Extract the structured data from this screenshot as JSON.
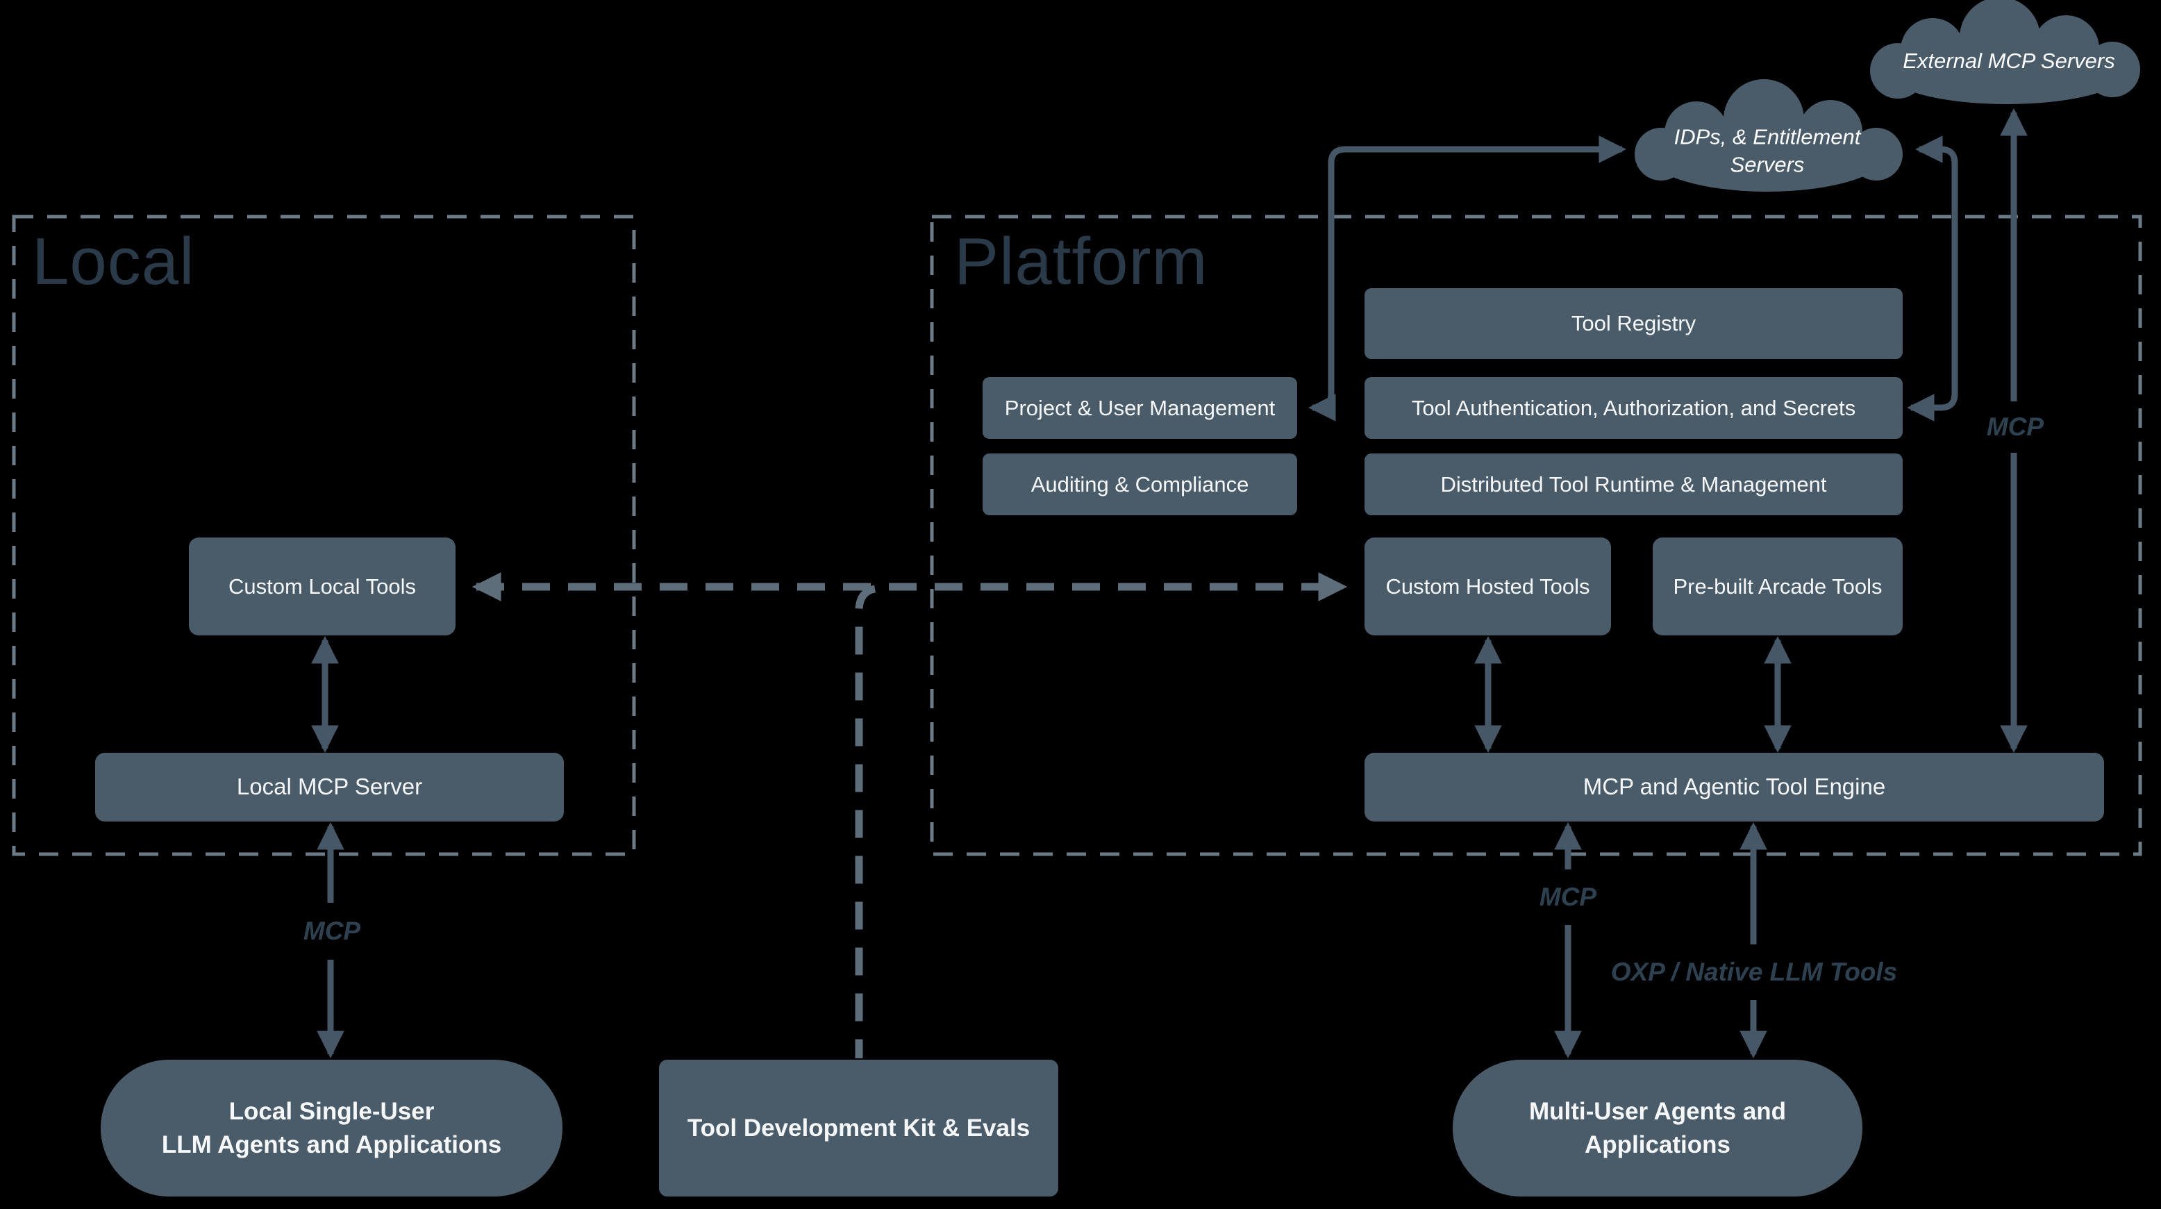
{
  "diagram": {
    "regions": {
      "local": {
        "title": "Local"
      },
      "platform": {
        "title": "Platform"
      }
    },
    "clouds": {
      "external_mcp": {
        "label": "External MCP Servers"
      },
      "idps": {
        "label_line1": "IDPs, & Entitlement",
        "label_line2": "Servers"
      }
    },
    "nodes": {
      "tool_registry": {
        "label": "Tool Registry"
      },
      "project_user_mgmt": {
        "label": "Project & User Management"
      },
      "tool_auth": {
        "label": "Tool Authentication, Authorization, and Secrets"
      },
      "auditing_compliance": {
        "label": "Auditing & Compliance"
      },
      "distributed_runtime": {
        "label": "Distributed Tool Runtime & Management"
      },
      "custom_local_tools": {
        "label": "Custom Local Tools"
      },
      "custom_hosted_tools": {
        "label": "Custom Hosted Tools"
      },
      "prebuilt_arcade_tools": {
        "label": "Pre-built Arcade Tools"
      },
      "local_mcp_server": {
        "label": "Local MCP Server"
      },
      "mcp_engine": {
        "label": "MCP and Agentic Tool Engine"
      },
      "local_single_user": {
        "label_line1": "Local Single-User",
        "label_line2": "LLM Agents and Applications"
      },
      "tool_dev_kit": {
        "label": "Tool Development Kit & Evals"
      },
      "multi_user": {
        "label_line1": "Multi-User Agents and",
        "label_line2": "Applications"
      }
    },
    "edge_labels": {
      "mcp_local_server_to_agents": "MCP",
      "mcp_engine_to_agents": "MCP",
      "oxp_native_llm_tools": "OXP / Native LLM Tools",
      "mcp_engine_to_external": "MCP"
    },
    "colors": {
      "background": "#000000",
      "node_fill": "#4a5b69",
      "node_text": "#f5f7f8",
      "solid_arrow": "#465868",
      "dashed_connector": "#5d6e7a",
      "region_border": "#6b7b88",
      "region_title": "#2b3a48",
      "edge_label_text": "#2e4150"
    }
  }
}
